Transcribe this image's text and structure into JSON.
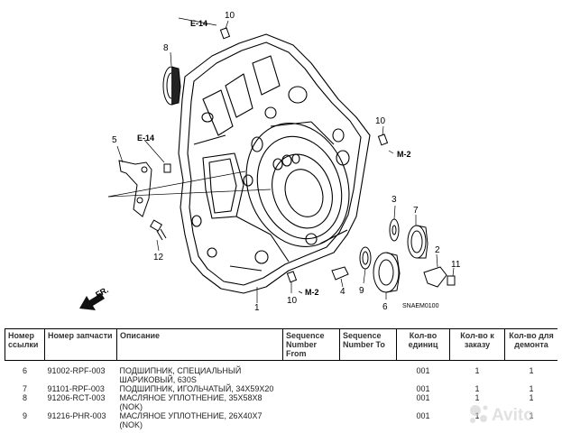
{
  "diagram": {
    "part_labels": [
      "10",
      "E-14",
      "8",
      "10",
      "5",
      "E-14",
      "M-2",
      "3",
      "7",
      "12",
      "2",
      "11",
      "10",
      "M-2",
      "4",
      "9",
      "6",
      "1"
    ],
    "code": "SNAEM0100",
    "front_label": "FR."
  },
  "table": {
    "headers": [
      "Номер ссылки",
      "Номер запчасти",
      "Описание",
      "Sequence Number From",
      "Sequence Number To",
      "Кол-во единиц",
      "Кол-во к заказу",
      "Кол-во для демонта"
    ],
    "rows": [
      {
        "ref": "6",
        "part": "91002-RPF-003",
        "desc": "ПОДШИПНИК, СПЕЦИАЛЬНЫЙ ШАРИКОВЫЙ, 630S",
        "from": "",
        "to": "",
        "qty": "001",
        "order": "1",
        "remove": "1"
      },
      {
        "ref": "7",
        "part": "91101-RPF-003",
        "desc": "ПОДШИПНИК, ИГОЛЬЧАТЫЙ, 34X59X20",
        "from": "",
        "to": "",
        "qty": "001",
        "order": "1",
        "remove": "1"
      },
      {
        "ref": "8",
        "part": "91206-RCT-003",
        "desc": "МАСЛЯНОЕ УПЛОТНЕНИЕ, 35X58X8 (NOK)",
        "from": "",
        "to": "",
        "qty": "001",
        "order": "1",
        "remove": "1"
      },
      {
        "ref": "9",
        "part": "91216-PHR-003",
        "desc": "МАСЛЯНОЕ УПЛОТНЕНИЕ, 26X40X7 (NOK)",
        "from": "",
        "to": "",
        "qty": "001",
        "order": "1",
        "remove": "1"
      }
    ]
  },
  "watermark": "Avito"
}
